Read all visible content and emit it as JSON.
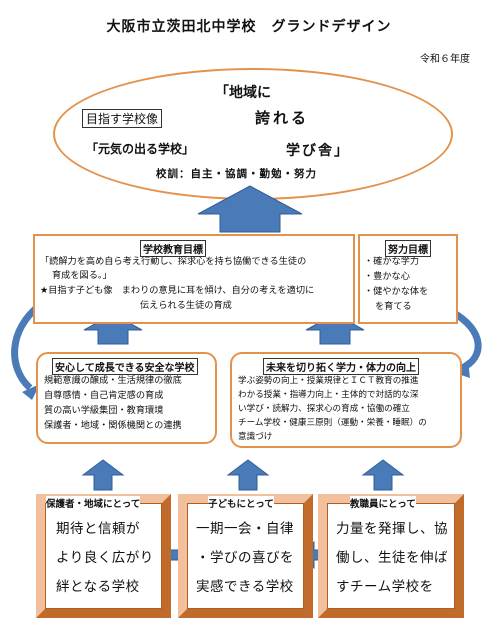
{
  "header": {
    "title": "大阪市立茨田北中学校　グランドデザイン",
    "year": "令和６年度"
  },
  "vision": {
    "line1": "「地域に",
    "goal_label": "目指す学校像",
    "line2": "誇れる",
    "line3a": "「元気の出る学校」",
    "line3b": "学び舎」",
    "motto": "校訓：自主・協調・勤勉・努力"
  },
  "education_goal": {
    "label": "学校教育目標",
    "line1": "「読解力を高め自ら考え行動し、探求心を持ち協働できる生徒の",
    "line2": "育成を図る。」",
    "line3": "★目指す子ども像　まわりの意見に耳を傾け、自分の考えを適切に",
    "line4": "伝えられる生徒の育成"
  },
  "effort_goal": {
    "label": "努力目標",
    "items": [
      "・確かな学力",
      "・豊かな心",
      "・健やかな体を",
      "を育てる"
    ]
  },
  "safe_school": {
    "label": "安心して成長できる安全な学校",
    "items": [
      "規範意識の醸成・生活規律の徹底",
      "自尊感情・自己肯定感の育成",
      "質の高い学級集団・教育環境",
      "保護者・地域・関係機関との連携"
    ]
  },
  "future_skills": {
    "label": "未来を切り拓く学力・体力の向上",
    "items": [
      "学ぶ姿勢の向上・授業規律とＩＣＴ教育の推進",
      "わかる授業・指導力向上・主体的で対話的な深",
      "い学び・読解力、探求心の育成・協働の確立",
      "チーム学校・健康三原則（運動・栄養・睡眠）の",
      "意識づけ"
    ]
  },
  "parents": {
    "label": "保護者・地域にとって",
    "lines": [
      "期待と信頼が",
      "より良く広がり",
      "絆となる学校"
    ]
  },
  "children": {
    "label": "子どもにとって",
    "lines": [
      "一期一会・自律",
      "・学びの喜びを",
      "実感できる学校"
    ]
  },
  "staff": {
    "label": "教職員にとって",
    "lines": [
      "力量を発揮し、協",
      "働し、生徒を伸ば",
      "すチーム学校を"
    ]
  },
  "colors": {
    "border": "#e3924a",
    "arrow": "#4a7ab8",
    "bevel_dark": "#c06b2c",
    "bevel_light": "#f2c09c"
  }
}
